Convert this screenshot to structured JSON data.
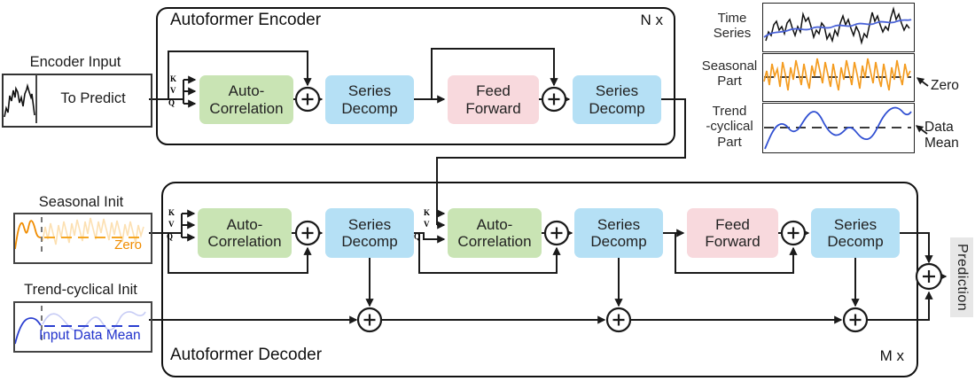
{
  "encoder": {
    "title": "Autoformer Encoder",
    "repeat_label": "N x",
    "input_label": "Encoder Input",
    "input_box_text": "To Predict"
  },
  "decoder": {
    "title": "Autoformer Decoder",
    "repeat_label": "M x",
    "seasonal_init_label": "Seasonal Init",
    "seasonal_zero_label": "Zero",
    "trend_init_label": "Trend-cyclical Init",
    "trend_mean_label": "Input Data Mean",
    "prediction_label": "Prediction"
  },
  "blocks": {
    "auto_correlation": "Auto-\nCorrelation",
    "series_decomp": "Series\nDecomp",
    "feed_forward": "Feed\nForward"
  },
  "kvq": {
    "k": "K",
    "v": "V",
    "q": "Q"
  },
  "decomposition_legend": {
    "time_series": "Time\nSeries",
    "seasonal_part": "Seasonal\nPart",
    "trend_part": "Trend\n-cyclical\nPart",
    "zero": "Zero",
    "data_mean": "Data\nMean"
  },
  "colors": {
    "auto_correlation_fill": "#c9e4b4",
    "series_decomp_fill": "#b5e0f5",
    "feed_forward_fill": "#f8d9dd",
    "seasonal_orange": "#f59b1e",
    "trend_blue": "#3150d2",
    "prediction_bg": "#e7e7e7",
    "line_color": "#1a1a1a"
  }
}
